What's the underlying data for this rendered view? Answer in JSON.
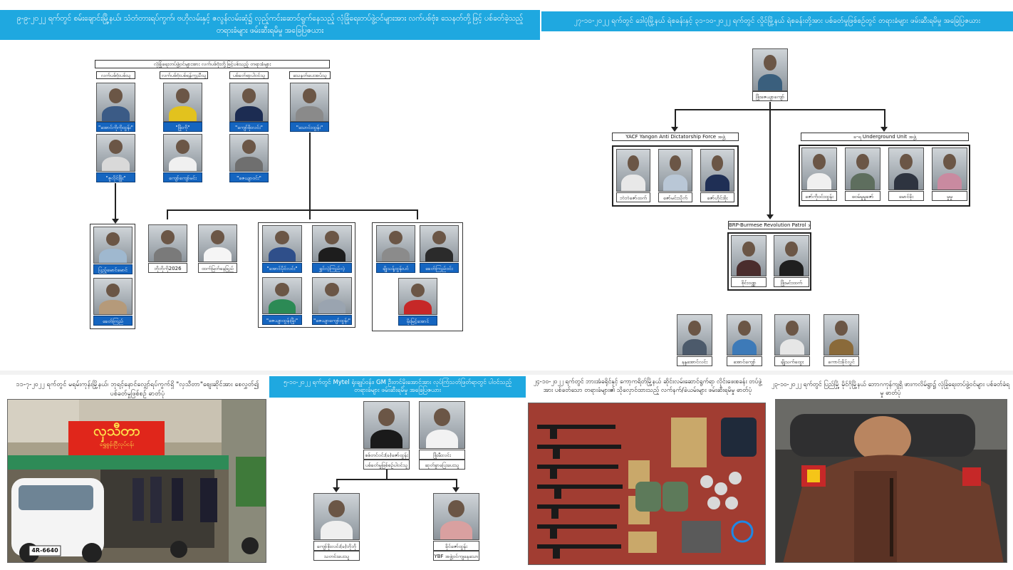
{
  "panel_a": {
    "banner": "၉-၉-၂၀၂၂ ရက်တွင် စမ်းချောင်းမြို့နယ်၊ သံတံတားရပ်ကွက်၊ ဗဟိုလမ်းနှင့် ဇလွန်လမ်းဆုံ၌ လှည့်ကင်းဆောင်ရွက်နေသည့် လုံခြုံရေးတပ်ဖွဲ့ဝင်များအား လက်ပစ်ဗုံး၊ သေနတ်တို့ဖြင့် ပစ်ခတ်ခဲ့သည့် တရားခံများ ဖမ်းဆီးရမိမှု အခြေပြဇယား",
    "header": "လုံခြုံရေးတပ်ဖွဲ့ဝင်များအား လက်ပစ်ဗုံးတို့ဖြင့်ပစ်သည့် တရားခံများ",
    "col_labels": [
      "လက်ပစ်ဗုံးပစ်သူ",
      "လက်ပစ်ဗုံးပစ်ရန်ကူညီသူ",
      "ပစ်ခတ်ရာပါဝင်သူ",
      "သေနတ်ပေးအပ်သူ"
    ],
    "row1": [
      "\"အောင်ကိုကိုထွန်း\"",
      "\"ဖြိုးကို\"",
      "\"ကျော်စိုးလင်း\"",
      "\"သောင်းထွန်း\""
    ],
    "row2": [
      "\"ဇူလိုင်ဖြိုး\"",
      "ကျော်ကျော်မင်း",
      "\"ဇေယျာဝင်း\""
    ],
    "left_group": [
      "ပြည့်မောင်မောင်",
      "ခေတ်ကြည်"
    ],
    "mid_pair": [
      "ဘိုဘိုကို2026",
      "ထက်မြတ်နေခြည်"
    ],
    "group_c": [
      "\"အောင်ပိုင်လင်း\"",
      "ရွှင်လဲ့ကြည်လဲ့",
      "\"ဇေယျာထွန်းမြိုး\"",
      "\"ဇေယျာကျော်ထွန်း\""
    ],
    "group_d": [
      "ချိုသန့်ထွန်းပင်",
      "ခေတ်ကြည်ဝင်း",
      "မိုးမြင့်အောင်"
    ]
  },
  "panel_b": {
    "banner": "၂၇-၁၀-၂၀၂၂ ရက်တွင် ဒေါပုံမြို့နယ် ရဲစခန်းနှင့် ၃၁-၁၀-၂၀၂၂ ရက်တွင် လှိုင်မြို့နယ် ရဲစခန်းတို့အား ပစ်ခတ်မှုဖြစ်စဉ်တွင် တရားခံများ ဖမ်းဆီးရမိမှု အခြေပြဇယား",
    "leader": "ဖြိုးဇေယျာကျော်",
    "group1_label": "YACF Yangon Anti Dictatorship Force အဖွဲ့",
    "group1": [
      "ဘဲဘဲဇော်ထက်",
      "ဇော်မင်းသိုက်",
      "ဇော်ဟိုင်းစိုး"
    ],
    "group2_label": "ခ-ရ Underground Unit အဖွဲ့",
    "group2": [
      "ဇော်ကိုဝင်းထွန်း",
      "ဖဝမ်မူမူဇော်",
      "မောင်ခိုး",
      "မှုမှု"
    ],
    "group3_label": "BRP-Burmese Revolution Patrol အဖွဲ့",
    "group3": [
      "စိုင်းဝဏ္ဏ",
      "ဖြိုးမင်းထက်"
    ],
    "extras": [
      "နန္ဒအောင်လင်း",
      "အောင်ကျော်",
      "ချိုသက်ထွေး",
      "ကောင်းခိုင်လွင်"
    ]
  },
  "panel_c": {
    "caption": "၁၁-၇-၂၀၂၂ ရက်တွင် မရမ်းကုန်းမြို့နယ်၊ ဘုရင့်နောင်လျှော်ရပ်ကွက်ရှိ \"လှသီတာ\"စျေးဆိုင်အား စေလွှတ်၍ ပစ်ခတ်မှုဖြစ်စဉ် ဓာတ်ပုံ",
    "shop_sign": "လှသီတာ",
    "shop_sub": "ရွှေစွန်းငြီလုပ်ငန်း",
    "plate": "4R-6640"
  },
  "panel_d": {
    "banner": "၅-၁၀-၂၀၂၂ ရက်တွင် Mytel ရုံးချုပ်ဝန်း၊ GM ဦးတင်မိုးအောင်အား လုပ်ကြံသတ်ဖြတ်ရာတွင် ပါဝင်သည့် တရားခံများ ဖမ်းဆီးရမိမှု အခြေပြဇယား",
    "top": [
      "စစ်တင်ဝင်း(ခ)ဇော်ထွန်း",
      "ဖြိုးမီးလင်း"
    ],
    "top_sub": [
      "ပစ်ခတ်မှုဖြစ်စဉ်ပါဝင်သူ",
      "ဆုတ်ခွာပြေးပေးသူ"
    ],
    "bottom": [
      "ကျော်စိုးလင်း(ခ)ဘိုဘို",
      "ခိုင်ဇော်ထွန်း"
    ],
    "bottom_sub": [
      "သတင်းပေးသူ",
      "YBF အဖွဲ့ဝင်ကျနေသော"
    ]
  },
  "panel_e": {
    "caption": "၂၄-၁၀-၂၀၂၂ ရက်တွင် ဘားအံခရိုင်နှင့် ကော့ကရိတ်မြို့နယ် ဆိုင်းလမ်းဆောင်ရွက်ရာ လိုင်းဖေးစခန်း တပ်ဖွဲ့အား ပစ်ခတ်သော တရားခံများ၏ သိုလှောင်ထားသည့် လက်နက်/ခဲယမ်းများ ဖမ်းဆီးရမိမှု ဓာတ်ပုံ"
  },
  "panel_f": {
    "caption": "၂၃-၁၀-၂၀၂၂ ရက်တွင် ပြည်မြို့ မိုင်ဂိုမြို့နယ် ဘောဂကုန်ကျရှိ ဖားကလိမ်ရွာ၌ လုံခြုံရေးတပ်ဖွဲ့ဝင်များ ပစ်ခတ်ခံရမှု ဓာတ်ပုံ"
  },
  "colors": {
    "banner": "#1fa8e0",
    "name_blue": "#1565c0",
    "shop_sign": "#e0261b"
  }
}
